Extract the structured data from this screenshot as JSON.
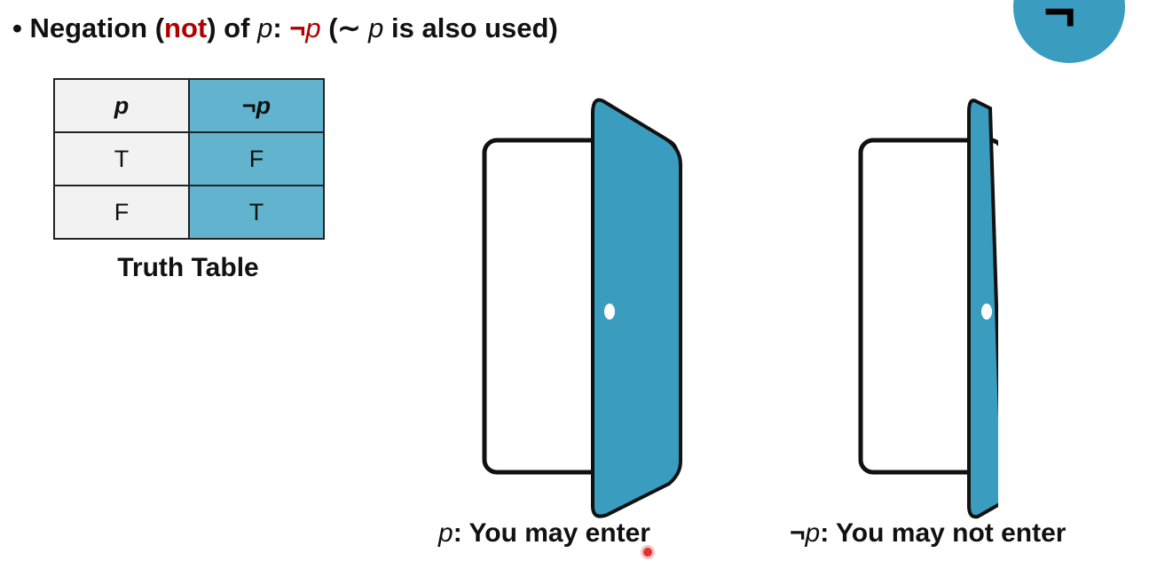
{
  "headline": {
    "bullet": "•",
    "prefix": "Negation (",
    "keyword": "not",
    "middle": ") of ",
    "var": "p",
    "colon": ": ",
    "negsym": "¬",
    "negvar": "p",
    "alt_open": " (∼ ",
    "alt_var": "p",
    "alt_rest": " is also used)"
  },
  "badge": {
    "symbol": "¬",
    "color": "#3a9cbf"
  },
  "truth_table": {
    "headers": [
      "p",
      "¬p"
    ],
    "rows": [
      [
        "T",
        "F"
      ],
      [
        "F",
        "T"
      ]
    ],
    "caption": "Truth Table"
  },
  "doors": [
    {
      "var_prefix": "",
      "var": "p",
      "text": ": You may enter",
      "state": "open"
    },
    {
      "var_prefix": "¬",
      "var": "p",
      "text": ": You may not enter",
      "state": "closed"
    }
  ],
  "colors": {
    "accent": "#3a9cbf",
    "table_neg": "#62b4ce",
    "red": "#b00000"
  }
}
